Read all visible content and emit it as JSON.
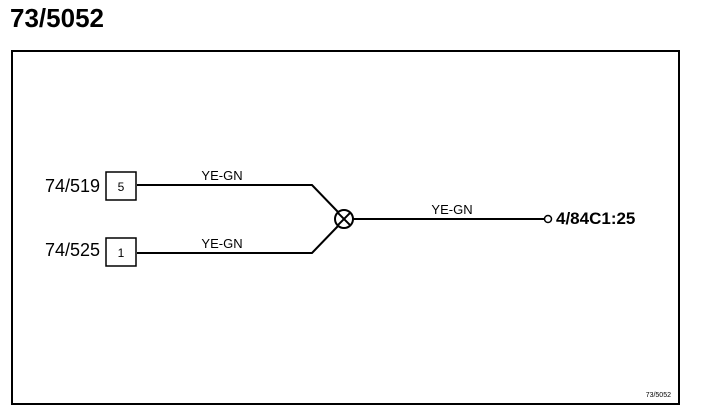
{
  "title": "73/5052",
  "sources": [
    {
      "component": "74/519",
      "pin": "5",
      "wire_color": "YE-GN"
    },
    {
      "component": "74/525",
      "pin": "1",
      "wire_color": "YE-GN"
    }
  ],
  "output": {
    "wire_color": "YE-GN",
    "target": "4/84C1:25"
  },
  "diagram_id": "73/5052"
}
